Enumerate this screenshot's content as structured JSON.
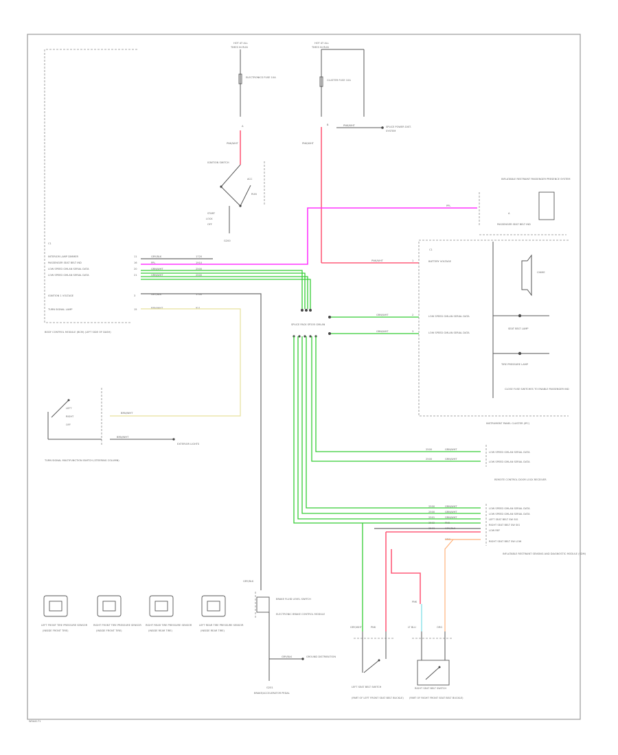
{
  "diagram": {
    "footer_code": "W0A4171",
    "top_fuses": [
      {
        "id": "fuse1",
        "line1": "HOT AT ALL",
        "line2": "TIMES IN RUN",
        "fuse_label": "ELECTRONICS FUSE 10A",
        "wire": "PNK/WHT",
        "pin": "A"
      },
      {
        "id": "fuse2",
        "line1": "HOT AT ALL",
        "line2": "TIMES IN RUN",
        "fuse_label": "CLUSTER FUSE 10A",
        "wire": "PNK/WHT",
        "pin": "B",
        "splice_label": "SPLICE POWER DIST.",
        "splice_sub": "SYSTEM"
      }
    ],
    "ignition_switch": {
      "label": "IGNITION SWITCH",
      "positions": [
        "ACC",
        "RUN",
        "START",
        "LOCK",
        "OFF"
      ],
      "ground": "G200"
    },
    "body_control_module": {
      "title": "BODY CONTROL MODULE (BCM) (LEFT SIDE OF DASH)",
      "ref": "C1",
      "pins": [
        {
          "num": "11",
          "label": "INTERIOR LAMP DIMMER",
          "wire": "GRY/BLK",
          "code": "1720"
        },
        {
          "num": "16",
          "label": "PASSENGER SEAT BELT IND",
          "wire": "PPL",
          "code": "1910"
        },
        {
          "num": "20",
          "label": "LOW SPEED GMLAN SERIAL DATA",
          "wire": "GRN/WHT",
          "code": "2500"
        },
        {
          "num": "21",
          "label": "LOW SPEED GMLAN SERIAL DATA",
          "wire": "GRN/WHT",
          "code": "2500"
        },
        {
          "num": "3",
          "label": "IGNITION 1 VOLTAGE",
          "wire": "GRY/BLK",
          "code": "1700"
        },
        {
          "num": "15",
          "label": "TURN SIGNAL LAMP",
          "wire": "BRN/WHT",
          "code": "921"
        }
      ]
    },
    "splice_pack": {
      "label": "SPLICE PACK SP205 GMLAN"
    },
    "passenger_sensor": {
      "title": "INFLATABLE RESTRAINT PASSENGER PRESENCE SYSTEM",
      "sub": "PASSENGER SEAT BELT IND",
      "wire": "PPL",
      "pin": "A"
    },
    "instrument_cluster": {
      "title": "INSTRUMENT PANEL CLUSTER (IPC)",
      "ref": "C1",
      "items": [
        {
          "label": "BATTERY VOLTAGE",
          "wire": "PNK/WHT",
          "code": "1"
        },
        {
          "label": "LOW SPEED GMLAN SERIAL DATA",
          "wire": "GRN/WHT",
          "code": "2"
        },
        {
          "label": "LOW SPEED GMLAN SERIAL DATA",
          "wire": "GRN/WHT",
          "code": "3"
        },
        {
          "label": "SEAT BELT LAMP",
          "wire": "",
          "code": ""
        },
        {
          "label": "TIRE PRESSURE LAMP",
          "wire": "",
          "code": ""
        },
        {
          "label": "CHIME",
          "wire": "",
          "code": ""
        }
      ],
      "note": "CLOSE FUSE SWITCHES TO ENABLE PASSENGER IND"
    },
    "turn_switch": {
      "title": "TURN SIGNAL MULTIFUNCTION SWITCH (STEERING COLUMN)",
      "positions": [
        "LEFT",
        "RIGHT",
        "OFF"
      ],
      "wire": "BRN/WHT",
      "to_label": "EXTERIOR LIGHTS"
    },
    "remote_control_door_lock": {
      "title": "REMOTE CONTROL DOOR LOCK RECEIVER",
      "lines": [
        {
          "label": "LOW SPEED GMLAN SERIAL DATA",
          "wire": "GRN/WHT",
          "code": "2500"
        },
        {
          "label": "LOW SPEED GMLAN SERIAL DATA",
          "wire": "GRN/WHT",
          "code": "2500"
        }
      ]
    },
    "sdm": {
      "title": "INFLATABLE RESTRAINT SENSING AND DIAGNOSTIC MODULE (SDM)",
      "lines": [
        {
          "label": "LOW SPEED GMLAN SERIAL DATA",
          "wire": "GRN/WHT",
          "code": "2500"
        },
        {
          "label": "LOW SPEED GMLAN SERIAL DATA",
          "wire": "GRN/WHT",
          "code": "2500"
        },
        {
          "label": "LEFT SEAT BELT SW SIG",
          "wire": "GRN/WHT",
          "code": "2501"
        },
        {
          "label": "RIGHT SEAT BELT SW SIG",
          "wire": "PNK",
          "code": "2502"
        },
        {
          "label": "LOW REF",
          "wire": "GRY/BLK",
          "code": "2503"
        },
        {
          "label": "RIGHT SEAT BELT SW LOW",
          "wire": "ORG",
          "code": "2504"
        }
      ]
    },
    "tire_sensors": [
      {
        "title": "LEFT FRONT TIRE PRESSURE SENSOR",
        "sub": "(INSIDE FRONT TIRE)"
      },
      {
        "title": "RIGHT FRONT TIRE PRESSURE SENSOR",
        "sub": "(INSIDE FRONT TIRE)"
      },
      {
        "title": "RIGHT REAR TIRE PRESSURE SENSOR",
        "sub": "(INSIDE REAR TIRE)"
      },
      {
        "title": "LEFT REAR TIRE PRESSURE SENSOR",
        "sub": "(INSIDE REAR TIRE)"
      }
    ],
    "brake_switch": {
      "title": "BRAKE FLUID LEVEL SWITCH",
      "sub": "ELECTRONIC BRAKE CONTROL MODULE",
      "wire": "GRY/BLK",
      "to_label": "GROUND DISTRIBUTION"
    },
    "brake_ground": {
      "title": "G201",
      "sub": "BRAKE/ACCELERATOR PEDAL"
    },
    "left_belt_switch": {
      "title": "LEFT SEAT BELT SWITCH",
      "sub": "(PART OF LEFT FRONT SEAT BELT BUCKLE)",
      "wires": [
        "GRY/WHT",
        "PNK"
      ]
    },
    "right_belt_switch": {
      "title": "RIGHT SEAT BELT SWITCH",
      "sub": "(PART OF RIGHT FRONT SEAT BELT BUCKLE)",
      "wires": [
        "PNK",
        "LT BLU",
        "ORG"
      ]
    }
  }
}
